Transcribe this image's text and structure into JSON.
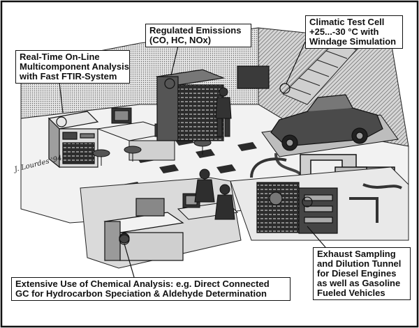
{
  "callouts": {
    "realtime": {
      "line1": "Real-Time On-Line",
      "line2": "Multicomponent Analysis",
      "line3": "with Fast FTIR-System"
    },
    "emissions": {
      "line1": "Regulated Emissions",
      "line2": "(CO, HC, NOx)"
    },
    "climatic": {
      "line1": "Climatic Test Cell",
      "line2": "+25...-30 °C with",
      "line3": "Windage Simulation"
    },
    "exhaust": {
      "line1": "Exhaust Sampling",
      "line2": "and Dilution Tunnel",
      "line3": "for Diesel Engines",
      "line4": "as well as Gasoline",
      "line5": "Fueled Vehicles"
    },
    "chemical": {
      "line1": "Extensive Use of Chemical Analysis: e.g. Direct Connected",
      "line2": "GC for Hydrocarbon Speciation & Aldehyde Determination"
    }
  },
  "signature": "J. Lourdes '94",
  "colors": {
    "ink": "#111111",
    "paper": "#ffffff",
    "shade": "#9a9a9a",
    "dark": "#3a3a3a"
  }
}
